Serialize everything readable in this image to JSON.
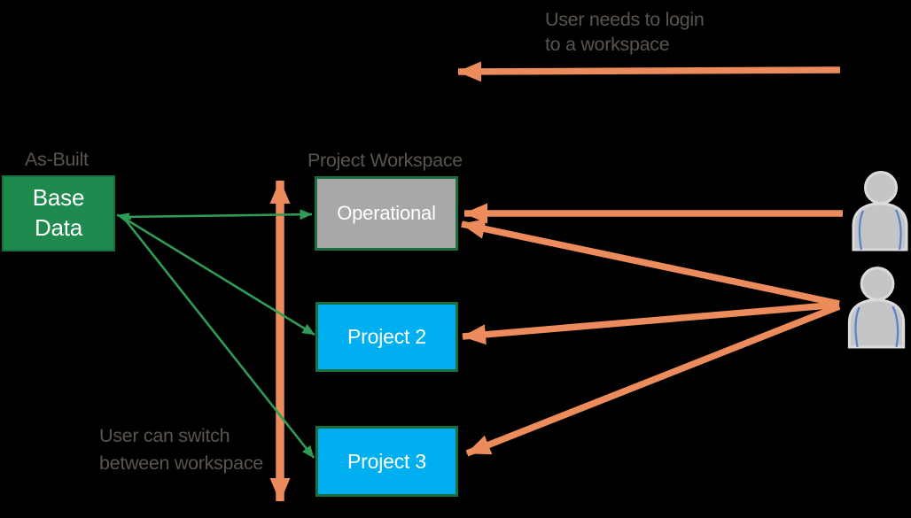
{
  "diagram_title": "Workspace login and switching diagram",
  "colors": {
    "background": "#000000",
    "orange": "#EC8C5C",
    "green_arrow": "#2E9B57",
    "green_box": "#1F8A4E",
    "green_box_border": "#166F3D",
    "box_border": "#1B6E3F",
    "blue": "#00AFEF",
    "gray_box": "#A8A8A8",
    "label_text": "#5A544E",
    "box_text": "#FFFFFF",
    "user_icon_fill": "#C5C5C5",
    "user_icon_stroke": "#DBDBDB",
    "user_icon_seam": "#5B82C6"
  },
  "annotations": {
    "login_note": "User needs to login\nto a workspace",
    "switch_note": "User can switch\nbetween workspace",
    "as_built_label": "As-Built",
    "project_workspace_label": "Project Workspace"
  },
  "nodes": {
    "base_data": {
      "label": "Base\nData",
      "fill": "#1F8A4E"
    },
    "workspaces": [
      {
        "label": "Operational",
        "fill": "#A8A8A8"
      },
      {
        "label": "Project 2",
        "fill": "#00AFEF"
      },
      {
        "label": "Project 3",
        "fill": "#00AFEF"
      }
    ]
  },
  "icons": {
    "user_top": "user-icon",
    "user_bottom": "user-icon"
  },
  "arrows": {
    "orange": [
      "login-note to workspace (right-to-left)",
      "user-top to Operational",
      "user-bottom to Operational",
      "user-bottom to Project 2",
      "user-bottom to Project 3",
      "vertical double arrow: switch between workspaces"
    ],
    "green": [
      "Base Data to Operational",
      "Base Data to Project 2",
      "Base Data to Project 3",
      "return arrowhead into Base Data"
    ]
  }
}
